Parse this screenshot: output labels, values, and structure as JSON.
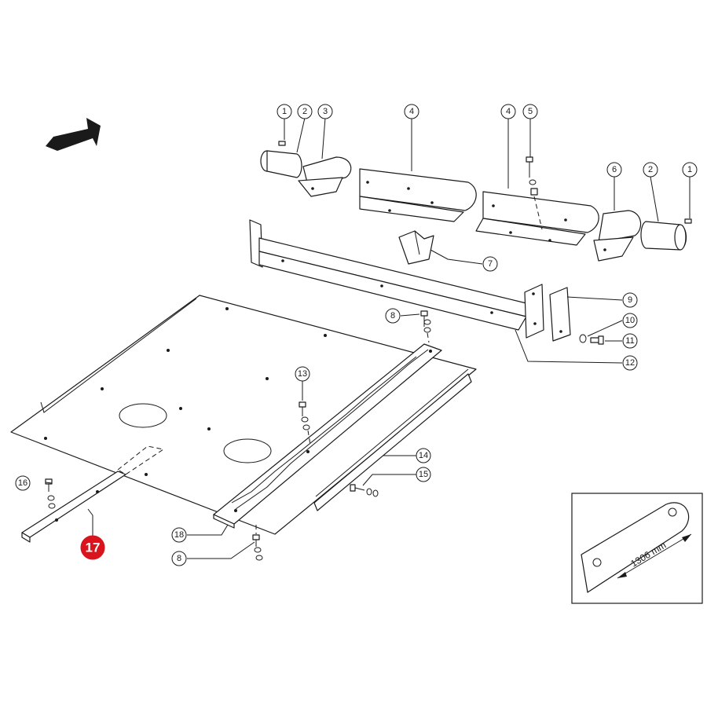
{
  "diagram": {
    "callouts": [
      {
        "id": "c1a",
        "label": "1"
      },
      {
        "id": "c2a",
        "label": "2"
      },
      {
        "id": "c3",
        "label": "3"
      },
      {
        "id": "c4a",
        "label": "4"
      },
      {
        "id": "c4b",
        "label": "4"
      },
      {
        "id": "c5",
        "label": "5"
      },
      {
        "id": "c6",
        "label": "6"
      },
      {
        "id": "c2b",
        "label": "2"
      },
      {
        "id": "c1b",
        "label": "1"
      },
      {
        "id": "c7",
        "label": "7"
      },
      {
        "id": "c8a",
        "label": "8"
      },
      {
        "id": "c9",
        "label": "9"
      },
      {
        "id": "c10",
        "label": "10"
      },
      {
        "id": "c11",
        "label": "11"
      },
      {
        "id": "c12",
        "label": "12"
      },
      {
        "id": "c13",
        "label": "13"
      },
      {
        "id": "c14",
        "label": "14"
      },
      {
        "id": "c15",
        "label": "15"
      },
      {
        "id": "c16",
        "label": "16"
      },
      {
        "id": "c17",
        "label": "17",
        "highlighted": true
      },
      {
        "id": "c18",
        "label": "18"
      },
      {
        "id": "c8b",
        "label": "8"
      }
    ],
    "highlight_color": "#d9141c",
    "inset": {
      "dimension_label": "1306 mm"
    },
    "icons": [
      "direction-arrow-icon"
    ]
  }
}
